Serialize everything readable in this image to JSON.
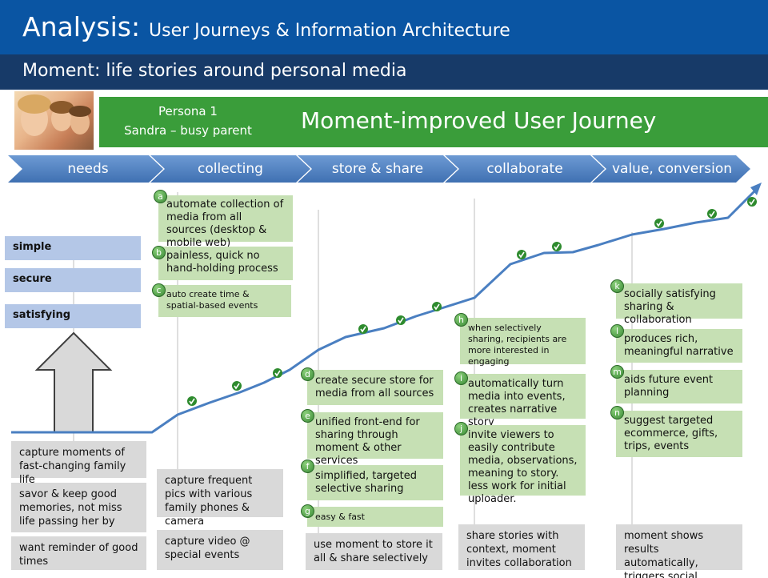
{
  "header": {
    "title_prefix": "Analysis:",
    "title_rest": "User Journeys & Information Architecture",
    "subtitle": "Moment: life stories around personal media"
  },
  "persona": {
    "line1": "Persona 1",
    "line2": "Sandra – busy parent"
  },
  "journey_title": "Moment-improved User Journey",
  "stages": [
    "needs",
    "collecting",
    "store & share",
    "collaborate",
    "value, conversion"
  ],
  "attributes": [
    "simple",
    "secure",
    "satisfying"
  ],
  "needs_boxes": [
    "capture moments of fast-changing family life",
    "savor & keep good memories, not miss life passing her by",
    "want reminder of good times"
  ],
  "collecting_boxes": [
    "capture frequent pics with various family phones & camera",
    "capture video @ special events"
  ],
  "store_boxes": [
    "use moment to store it all & share selectively"
  ],
  "collaborate_boxes": [
    "share stories with context, moment invites collaboration"
  ],
  "value_boxes": [
    "moment shows results automatically, triggers social engagement"
  ],
  "improvements": {
    "a": "automate collection of media from all sources (desktop & mobile web)",
    "b": "painless, quick no hand-holding process",
    "c": "auto create time & spatial-based events",
    "d": "create secure store for media from all sources",
    "e": "unified front-end for sharing through moment & other services",
    "f": "simplified, targeted selective sharing",
    "g": "easy & fast",
    "h": "when selectively sharing, recipients are more interested in engaging",
    "i": "automatically turn media into events, creates narrative story",
    "j": "invite viewers to easily contribute media, observations, meaning to story. less work for initial uploader.",
    "k": "socially satisfying sharing & collaboration",
    "l": "produces rich, meaningful narrative",
    "m": "aids future event planning",
    "n": "suggest targeted ecommerce, gifts, trips, events"
  },
  "colors": {
    "header_blue": "#0a55a3",
    "header_navy": "#173a68",
    "banner_green": "#3a9d3a",
    "chevron_blue": "#4a7fc1",
    "improvement_green": "#c6e0b4",
    "baseline_gray": "#d9d9d9",
    "attribute_blue": "#b4c7e7",
    "journey_line": "#4a7fc1"
  }
}
